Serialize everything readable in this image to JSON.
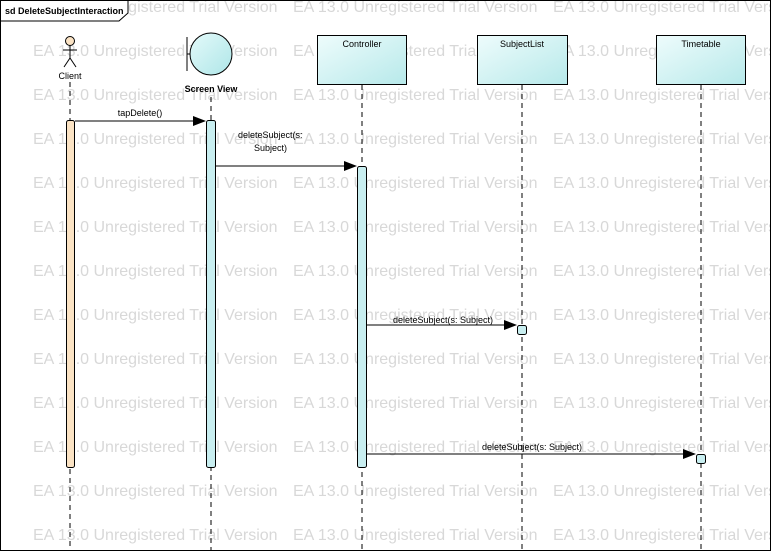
{
  "frame": {
    "title": "sd DeleteSubjectInteraction"
  },
  "watermark": {
    "text": "EA 13.0 Unregistered Trial Version"
  },
  "lifelines": [
    {
      "id": "client",
      "kind": "actor",
      "label": "Client"
    },
    {
      "id": "screen-view",
      "kind": "boundary",
      "label": "Screen View"
    },
    {
      "id": "controller",
      "kind": "class",
      "label": "Controller"
    },
    {
      "id": "subject-list",
      "kind": "class",
      "label": "SubjectList"
    },
    {
      "id": "timetable",
      "kind": "class",
      "label": "Timetable"
    }
  ],
  "messages": [
    {
      "from": "client",
      "to": "screen-view",
      "label": "tapDelete()"
    },
    {
      "from": "screen-view",
      "to": "controller",
      "label_lines": [
        "deleteSubject(s:",
        "Subject)"
      ]
    },
    {
      "from": "controller",
      "to": "subject-list",
      "label": "deleteSubject(s: Subject)"
    },
    {
      "from": "controller",
      "to": "timetable",
      "label": "deleteSubject(s: Subject)"
    }
  ],
  "colors": {
    "client_activation": "#fbe3c4",
    "activation": "#c8eef0",
    "box_fill_top": "#e6fafa",
    "box_fill_bottom": "#b7eaeb",
    "stroke": "#000000",
    "watermark": "#d8d8d8"
  }
}
